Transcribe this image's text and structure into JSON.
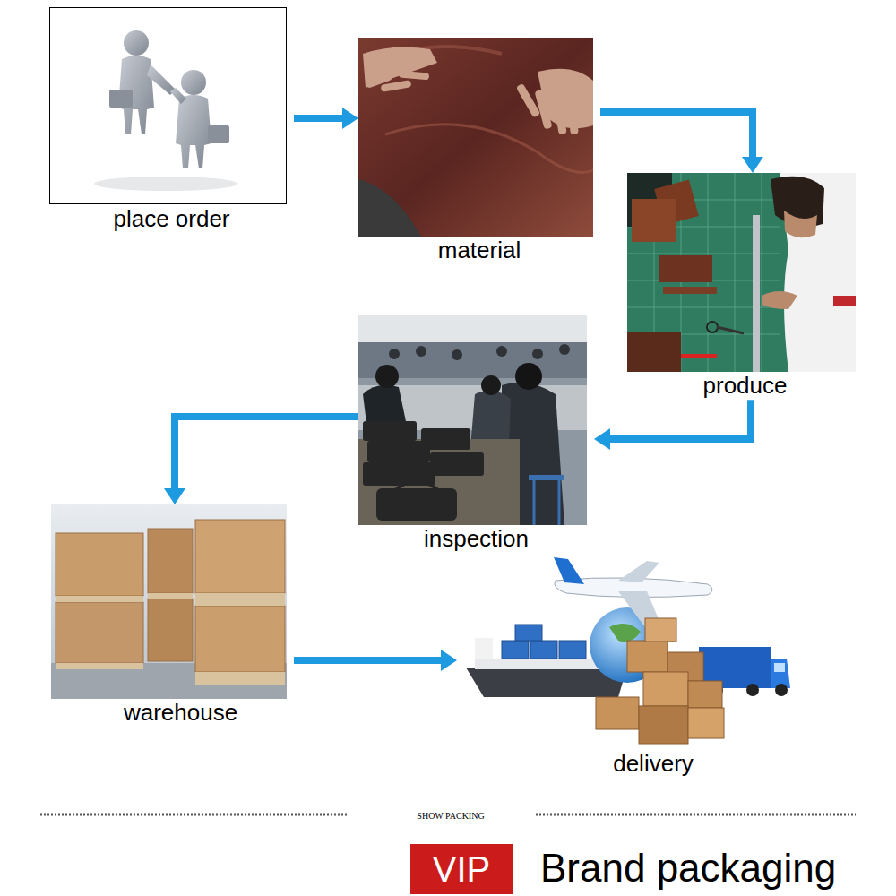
{
  "diagram": {
    "nodes": [
      {
        "text": [
          "place order"
        ]
      },
      {
        "text": [
          "material"
        ]
      },
      {
        "text": [
          "produce"
        ]
      },
      {
        "text": [
          "inspection"
        ]
      },
      {
        "text": [
          "warehouse"
        ]
      },
      {
        "text": [
          "delivery"
        ]
      },
      {
        "text": [
          "VIP"
        ]
      }
    ],
    "edges": [
      {
        "from": 0,
        "to": 1,
        "arrow": "to"
      },
      {
        "from": 1,
        "to": 2,
        "arrow": "to"
      },
      {
        "from": 2,
        "to": 3,
        "arrow": "to"
      },
      {
        "from": 3,
        "to": 4,
        "arrow": "to"
      },
      {
        "from": 4,
        "to": 5,
        "arrow": "to"
      }
    ],
    "labels": [
      "SHOW PACKING",
      "Brand packaging"
    ]
  }
}
